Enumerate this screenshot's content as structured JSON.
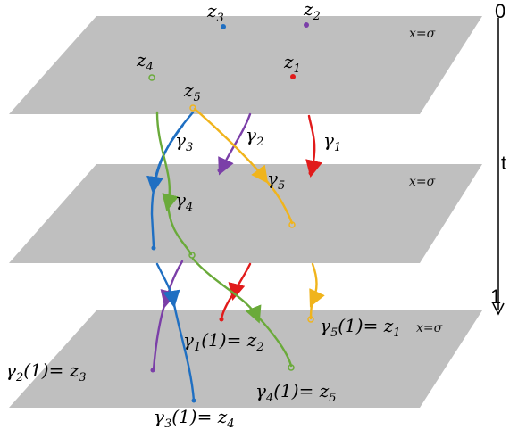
{
  "axis": {
    "start_label": "0",
    "middle_label": "t",
    "end_label": "1"
  },
  "plane_label": "x=σ",
  "colors": {
    "plane": "#bfbfbf",
    "z1_red": "#e11b1b",
    "z2_purple": "#7b3fa8",
    "z3_blue": "#1f6fc2",
    "z4_green": "#6aaa3a",
    "z5_yellow": "#f0b41c"
  },
  "top_points": [
    {
      "symbol": "z",
      "sub": "1"
    },
    {
      "symbol": "z",
      "sub": "2"
    },
    {
      "symbol": "z",
      "sub": "3"
    },
    {
      "symbol": "z",
      "sub": "4"
    },
    {
      "symbol": "z",
      "sub": "5"
    }
  ],
  "paths": [
    {
      "symbol": "γ",
      "sub": "1"
    },
    {
      "symbol": "γ",
      "sub": "2"
    },
    {
      "symbol": "γ",
      "sub": "3"
    },
    {
      "symbol": "γ",
      "sub": "4"
    },
    {
      "symbol": "γ",
      "sub": "5"
    }
  ],
  "endpoints": [
    {
      "gamma": "γ",
      "gsub": "1",
      "mid": "(1)= ",
      "z": "z",
      "zsub": "2"
    },
    {
      "gamma": "γ",
      "gsub": "2",
      "mid": "(1)= ",
      "z": "z",
      "zsub": "3"
    },
    {
      "gamma": "γ",
      "gsub": "3",
      "mid": "(1)= ",
      "z": "z",
      "zsub": "4"
    },
    {
      "gamma": "γ",
      "gsub": "4",
      "mid": "(1)= ",
      "z": "z",
      "zsub": "5"
    },
    {
      "gamma": "γ",
      "gsub": "5",
      "mid": "(1)= ",
      "z": "z",
      "zsub": "1"
    }
  ]
}
